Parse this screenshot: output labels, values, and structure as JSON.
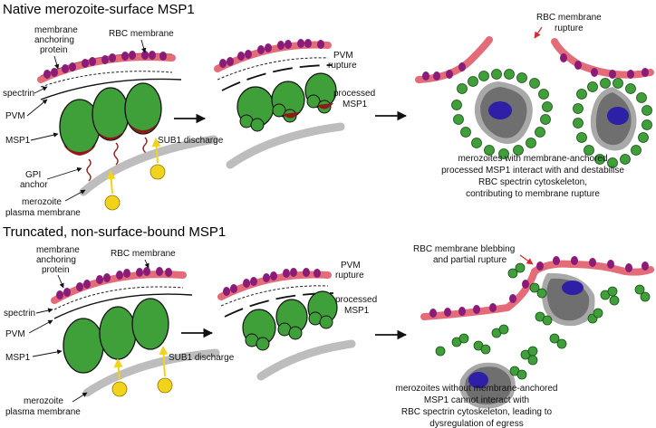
{
  "colors": {
    "rbc_membrane": "#e36c78",
    "anchoring_protein": "#8b1b78",
    "merozoite_green": "#3fa03a",
    "merozoite_dark_green": "#2f7d2b",
    "msp1_red": "#8f1a1a",
    "sub1_yellow": "#f2d21b",
    "plasma_membrane_gray": "#bdbdbd",
    "nucleus_blue": "#2d1fa6",
    "cell_gray": "#6f6f6f",
    "arrow_red": "#d42a2a"
  },
  "top": {
    "title": "Native merozoite-surface MSP1",
    "labels": {
      "anchoring_line1": "membrane",
      "anchoring_line2": "anchoring",
      "anchoring_line3": "protein",
      "rbc_membrane": "RBC membrane",
      "spectrin": "spectrin",
      "pvm": "PVM",
      "msp1": "MSP1",
      "gpi_line1": "GPI",
      "gpi_line2": "anchor",
      "merozoite_line1": "merozoite",
      "merozoite_line2": "plasma membrane",
      "sub1": "SUB1 discharge",
      "pvm_rupture_line1": "PVM",
      "pvm_rupture_line2": "rupture",
      "processed_line1": "processed",
      "processed_line2": "MSP1",
      "rbc_rupture_line1": "RBC membrane",
      "rbc_rupture_line2": "rupture"
    },
    "caption": [
      "merozoites with membrane-anchored",
      "processed MSP1 interact with and destabilise",
      "RBC spectrin cytoskeleton,",
      "contributing to membrane rupture"
    ]
  },
  "bottom": {
    "title": "Truncated, non-surface-bound MSP1",
    "labels": {
      "anchoring_line1": "membrane",
      "anchoring_line2": "anchoring",
      "anchoring_line3": "protein",
      "rbc_membrane": "RBC membrane",
      "spectrin": "spectrin",
      "pvm": "PVM",
      "msp1": "MSP1",
      "merozoite_line1": "merozoite",
      "merozoite_line2": "plasma membrane",
      "sub1": "SUB1 discharge",
      "pvm_rupture_line1": "PVM",
      "pvm_rupture_line2": "rupture",
      "processed_line1": "processed",
      "processed_line2": "MSP1",
      "blebbing_line1": "RBC membrane blebbing",
      "blebbing_line2": "and partial rupture"
    },
    "caption": [
      "merozoites without membrane-anchored",
      "MSP1 cannot interact with",
      "RBC spectrin cytoskeleton, leading to",
      "dysregulation of egress"
    ]
  }
}
